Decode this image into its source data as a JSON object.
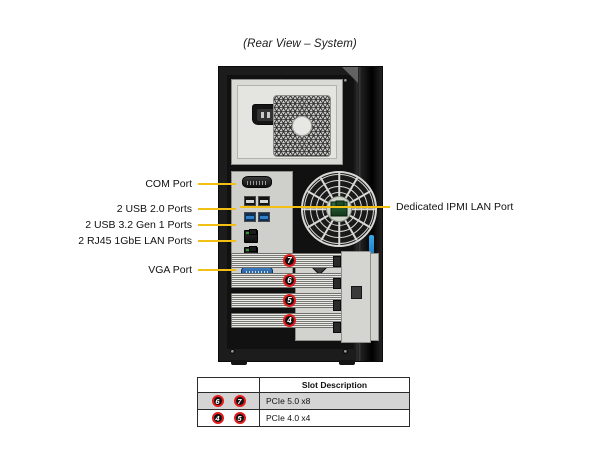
{
  "figure": {
    "title": "(Rear View – System)"
  },
  "colors": {
    "leader": "#F2C014",
    "badge_ring": "#e31b1b",
    "badge_fill": "#111111",
    "table_row_alt": "#d4d4d4",
    "chassis": "#1c1c1c",
    "panel": "#d2d2cf",
    "usb3_blue": "#0f2f55",
    "vga_blue": "#154f8c"
  },
  "callouts": {
    "left": [
      {
        "label": "COM Port",
        "target": "com-port"
      },
      {
        "label": "2 USB 2.0 Ports",
        "target": "usb20-ports"
      },
      {
        "label": "2 USB 3.2 Gen 1 Ports",
        "target": "usb32-ports"
      },
      {
        "label": "2 RJ45 1GbE LAN Ports",
        "target": "rj45-lan-ports"
      },
      {
        "label": "VGA Port",
        "target": "vga-port"
      }
    ],
    "right": [
      {
        "label": "Dedicated IPMI LAN Port",
        "target": "ipmi-lan-port"
      }
    ]
  },
  "slot_badges": [
    {
      "number": "7"
    },
    {
      "number": "6"
    },
    {
      "number": "5"
    },
    {
      "number": "4"
    }
  ],
  "table": {
    "headers": {
      "badges": "",
      "description": "Slot Description"
    },
    "rows": [
      {
        "badges": [
          "6",
          "7"
        ],
        "description": "PCIe 5.0 x8"
      },
      {
        "badges": [
          "4",
          "5"
        ],
        "description": "PCIe 4.0 x4"
      }
    ]
  }
}
